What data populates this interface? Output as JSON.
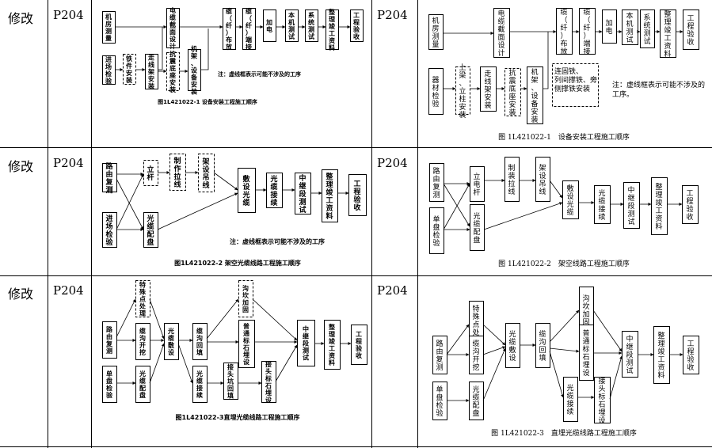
{
  "rows": [
    {
      "type": "修改",
      "page_left": "P204",
      "page_right": "P204",
      "left": {
        "caption": "图1L421022-1 设备安装工程施工顺序",
        "note": "注：虚线框表示可能不涉及的工序",
        "boxes": [
          "机房测量",
          "进场检验",
          "铁件安装",
          "走线架安装",
          "电缆截面设计",
          "抗震底座安装",
          "机架、设备安装",
          "缆（纤）布放",
          "缆（纤）端接",
          "加电",
          "本机测试",
          "系统测试",
          "整理竣工资料",
          "工程验收"
        ]
      },
      "right": {
        "caption": "图 1L421022-1　设备安装工程施工顺序",
        "note": "注：虚线框表示可能不涉及的工序。",
        "note_extra": "连固铁、列间撑铁、旁侧撑铁安装",
        "boxes": [
          "机房测量",
          "器材检验",
          "上梁、立柱安装",
          "走线架安装",
          "电缆截面设计",
          "抗震底座安装",
          "机架、设备安装",
          "缆（纤）布放",
          "缆（纤）端接",
          "加电",
          "本机测试",
          "系统测试",
          "整理竣工资料",
          "工程验收"
        ]
      }
    },
    {
      "type": "修改",
      "page_left": "P204",
      "page_right": "P204",
      "left": {
        "caption": "图1L421022-2 架空光缆线路工程施工顺序",
        "note": "注：虚线框表示可能不涉及的工序",
        "boxes": [
          "路由复测",
          "进场检验",
          "立杆",
          "光缆配盘",
          "制作拉线",
          "架设吊线",
          "敷设光缆",
          "光缆接续",
          "中继段测试",
          "整理竣工资料",
          "工程验收"
        ]
      },
      "right": {
        "caption": "图 1L421022-2　架空线路工程施工顺序",
        "boxes": [
          "路由复测",
          "单盘检验",
          "立电杆",
          "光缆配盘",
          "制装拉线",
          "架设吊线",
          "敷设光缆",
          "光缆接续",
          "中继段测试",
          "整理竣工资料",
          "工程验收"
        ]
      }
    },
    {
      "type": "修改",
      "page_left": "P204",
      "page_right": "P204",
      "left": {
        "caption": "图1L421022-3直埋光缆线路工程施工顺序",
        "boxes": [
          "路由复测",
          "单盘检验",
          "特殊点处理",
          "缆沟开挖",
          "光缆配盘",
          "光缆敷设",
          "缆沟回填",
          "光缆接续",
          "沟坎加固",
          "普通标石埋设",
          "接头坑回填",
          "接头标石埋设",
          "中继段测试",
          "整理竣工资料",
          "工程验收"
        ]
      },
      "right": {
        "caption": "图 1L421022-3　直埋光缆线路工程施工顺序",
        "boxes": [
          "路由复测",
          "单盘检验",
          "特殊点处理",
          "缆沟开挖",
          "光缆配盘",
          "光缆敷设",
          "缆沟回填",
          "光缆接续",
          "沟坎加固",
          "普通标石埋设",
          "接头标石埋设",
          "中继段测试",
          "整理竣工资料",
          "工程验收"
        ]
      }
    }
  ]
}
